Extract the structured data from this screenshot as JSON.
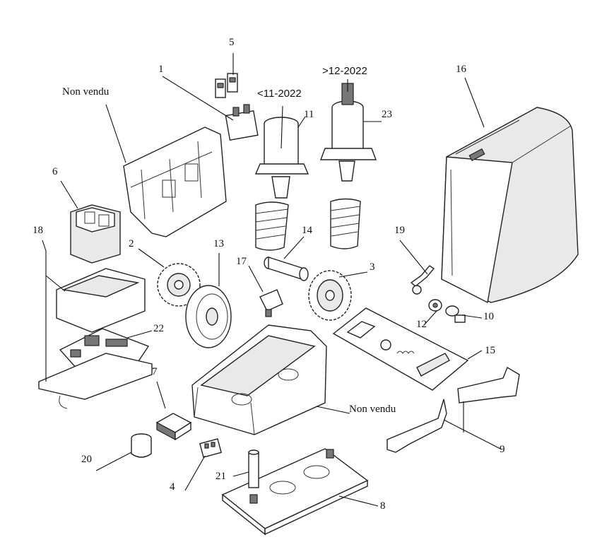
{
  "notes": {
    "non_vendu_top": "Non vendu",
    "non_vendu_bottom": "Non vendu",
    "before_date": "<11-2022",
    "after_date": ">12-2022"
  },
  "labels": {
    "p1": "1",
    "p2": "2",
    "p3": "3",
    "p4": "4",
    "p5": "5",
    "p6": "6",
    "p7": "7",
    "p8": "8",
    "p9": "9",
    "p10": "10",
    "p11": "11",
    "p12": "12",
    "p13": "13",
    "p14": "14",
    "p15": "15",
    "p16": "16",
    "p17": "17",
    "p18": "18",
    "p19": "19",
    "p20": "20",
    "p21": "21",
    "p22": "22",
    "p23": "23"
  }
}
